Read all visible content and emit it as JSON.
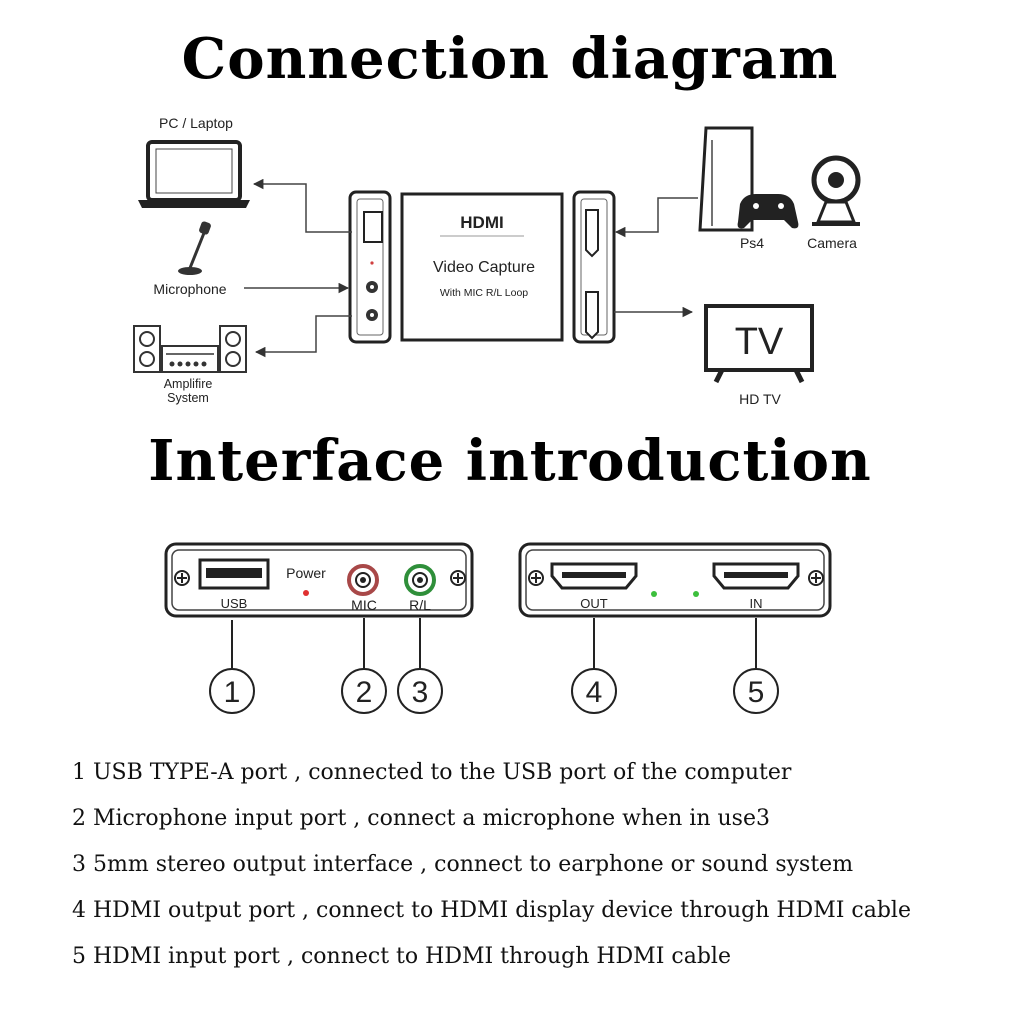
{
  "titles": {
    "connection": "Connection diagram",
    "interface": "Interface introduction"
  },
  "diagram": {
    "pc_label": "PC / Laptop",
    "mic_label": "Microphone",
    "amp_label_line1": "Amplifire",
    "amp_label_line2": "System",
    "ps4_label": "Ps4",
    "camera_label": "Camera",
    "tv_screen_text": "TV",
    "tv_label": "HD TV",
    "device_logo": "HDMI",
    "device_title": "Video Capture",
    "device_subtitle": "With MIC R/L Loop"
  },
  "panel": {
    "usb_label": "USB",
    "power_label": "Power",
    "mic_label": "MIC",
    "rl_label": "R/L",
    "out_label": "OUT",
    "in_label": "IN",
    "callouts": [
      "1",
      "2",
      "3",
      "4",
      "5"
    ]
  },
  "descriptions": [
    "1 USB TYPE-A port , connected to the USB port of the computer",
    "2 Microphone input port , connect a microphone when in use3",
    "3 5mm stereo output interface , connect to earphone or sound system",
    "4 HDMI output port , connect to HDMI display device through HDMI cable",
    "5 HDMI input port , connect to HDMI through HDMI cable"
  ],
  "colors": {
    "power_led": "#e03030",
    "status_led": "#3cbf3c",
    "mic_jack": "#a84848",
    "rl_jack": "#2f8f3a"
  }
}
